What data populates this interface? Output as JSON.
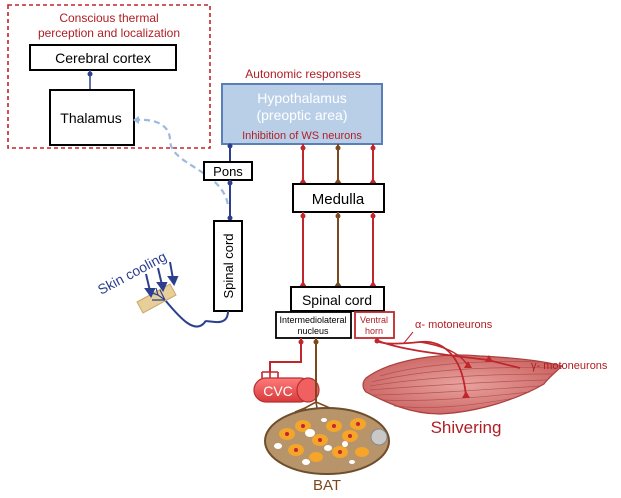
{
  "conscious_label_line1": "Conscious thermal",
  "conscious_label_line2": "perception and localization",
  "cerebral_cortex": "Cerebral cortex",
  "thalamus": "Thalamus",
  "autonomic_responses": "Autonomic responses",
  "hypothalamus_line1": "Hypothalamus",
  "hypothalamus_line2": "(preoptic area)",
  "inhibition": "Inhibition of WS neurons",
  "pons": "Pons",
  "spinal_cord_vertical": "Spinal cord",
  "medulla": "Medulla",
  "spinal_cord": "Spinal cord",
  "intermediolateral_line1": "Intermediolateral",
  "intermediolateral_line2": "nucleus",
  "ventral_line1": "Ventral",
  "ventral_line2": "horn",
  "alpha_motoneurons": "α- motoneurons",
  "gamma_motoneurons": "γ- motoneurons",
  "skin_cooling": "Skin cooling",
  "cvc": "CVC",
  "shivering": "Shivering",
  "bat": "BAT",
  "colors": {
    "red": "#c0262c",
    "dark_red": "#b01e24",
    "blue": "#2c3f8f",
    "light_blue": "#9cb9df",
    "brown": "#7a4a1e",
    "hypothalamus_fill": "#b9cfe8"
  }
}
